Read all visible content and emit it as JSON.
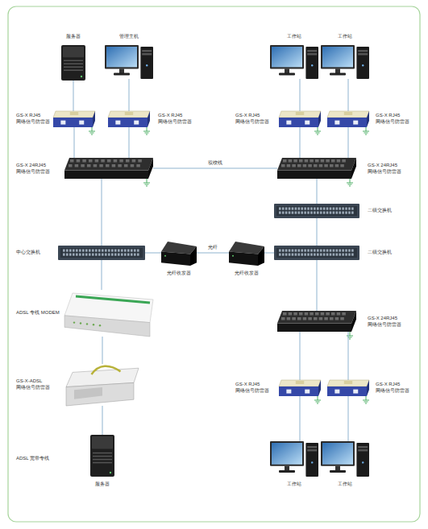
{
  "diagram": {
    "nodes": [
      {
        "text": [
          "服务器"
        ]
      },
      {
        "text": [
          "管理主机"
        ]
      },
      {
        "text": [
          "工作站"
        ]
      },
      {
        "text": [
          "工作站"
        ]
      },
      {
        "text": [
          "GS-X RJ45 网络信号防雷器"
        ]
      },
      {
        "text": [
          "GS-X RJ45 网络信号防雷器"
        ]
      },
      {
        "text": [
          "GS-X RJ45 网络信号防雷器"
        ]
      },
      {
        "text": [
          "GS-X RJ45 网络信号防雷器"
        ]
      },
      {
        "text": [
          "GS-X 24RJ45 网络信号防雷器"
        ]
      },
      {
        "text": [
          "GS-X 24RJ45 网络信号防雷器"
        ]
      },
      {
        "text": [
          "二级交换机"
        ]
      },
      {
        "text": [
          "中心交换机"
        ]
      },
      {
        "text": [
          "光纤收发器"
        ]
      },
      {
        "text": [
          "光纤收发器"
        ]
      },
      {
        "text": [
          "二级交换机"
        ]
      },
      {
        "text": [
          "ADSL 专线 MODEM"
        ]
      },
      {
        "text": [
          "GS-X 24RJ45 网络信号防雷器"
        ]
      },
      {
        "text": [
          "GS-X-ADSL 网络信号防雷器"
        ]
      },
      {
        "text": [
          "GS-X RJ45 网络信号防雷器"
        ]
      },
      {
        "text": [
          "GS-X RJ45 网络信号防雷器"
        ]
      },
      {
        "text": [
          "服务器"
        ]
      },
      {
        "text": [
          "工作站"
        ]
      },
      {
        "text": [
          "工作站"
        ]
      }
    ],
    "edges": [
      {
        "from": 0,
        "to": 4,
        "arrow": "none"
      },
      {
        "from": 1,
        "to": 5,
        "arrow": "none"
      },
      {
        "from": 2,
        "to": 6,
        "arrow": "none"
      },
      {
        "from": 3,
        "to": 7,
        "arrow": "none"
      },
      {
        "from": 4,
        "to": 8,
        "arrow": "none"
      },
      {
        "from": 5,
        "to": 8,
        "arrow": "none"
      },
      {
        "from": 6,
        "to": 9,
        "arrow": "none"
      },
      {
        "from": 7,
        "to": 9,
        "arrow": "none"
      },
      {
        "from": 8,
        "to": 9,
        "label": "双绞线",
        "arrow": "none"
      },
      {
        "from": 9,
        "to": 10,
        "arrow": "none"
      },
      {
        "from": 10,
        "to": 14,
        "arrow": "none"
      },
      {
        "from": 8,
        "to": 11,
        "arrow": "none"
      },
      {
        "from": 11,
        "to": 12,
        "arrow": "none"
      },
      {
        "from": 12,
        "to": 13,
        "label": "光纤",
        "arrow": "none"
      },
      {
        "from": 13,
        "to": 14,
        "arrow": "none"
      },
      {
        "from": 14,
        "to": 16,
        "arrow": "none"
      },
      {
        "from": 16,
        "to": 18,
        "arrow": "none"
      },
      {
        "from": 16,
        "to": 19,
        "arrow": "none"
      },
      {
        "from": 18,
        "to": 21,
        "arrow": "none"
      },
      {
        "from": 19,
        "to": 22,
        "arrow": "none"
      },
      {
        "from": 11,
        "to": 15,
        "arrow": "none"
      },
      {
        "from": 15,
        "to": 17,
        "arrow": "none"
      },
      {
        "from": 17,
        "to": 20,
        "arrow": "none"
      }
    ],
    "labels": [
      "ADSL 宽带专线"
    ]
  }
}
